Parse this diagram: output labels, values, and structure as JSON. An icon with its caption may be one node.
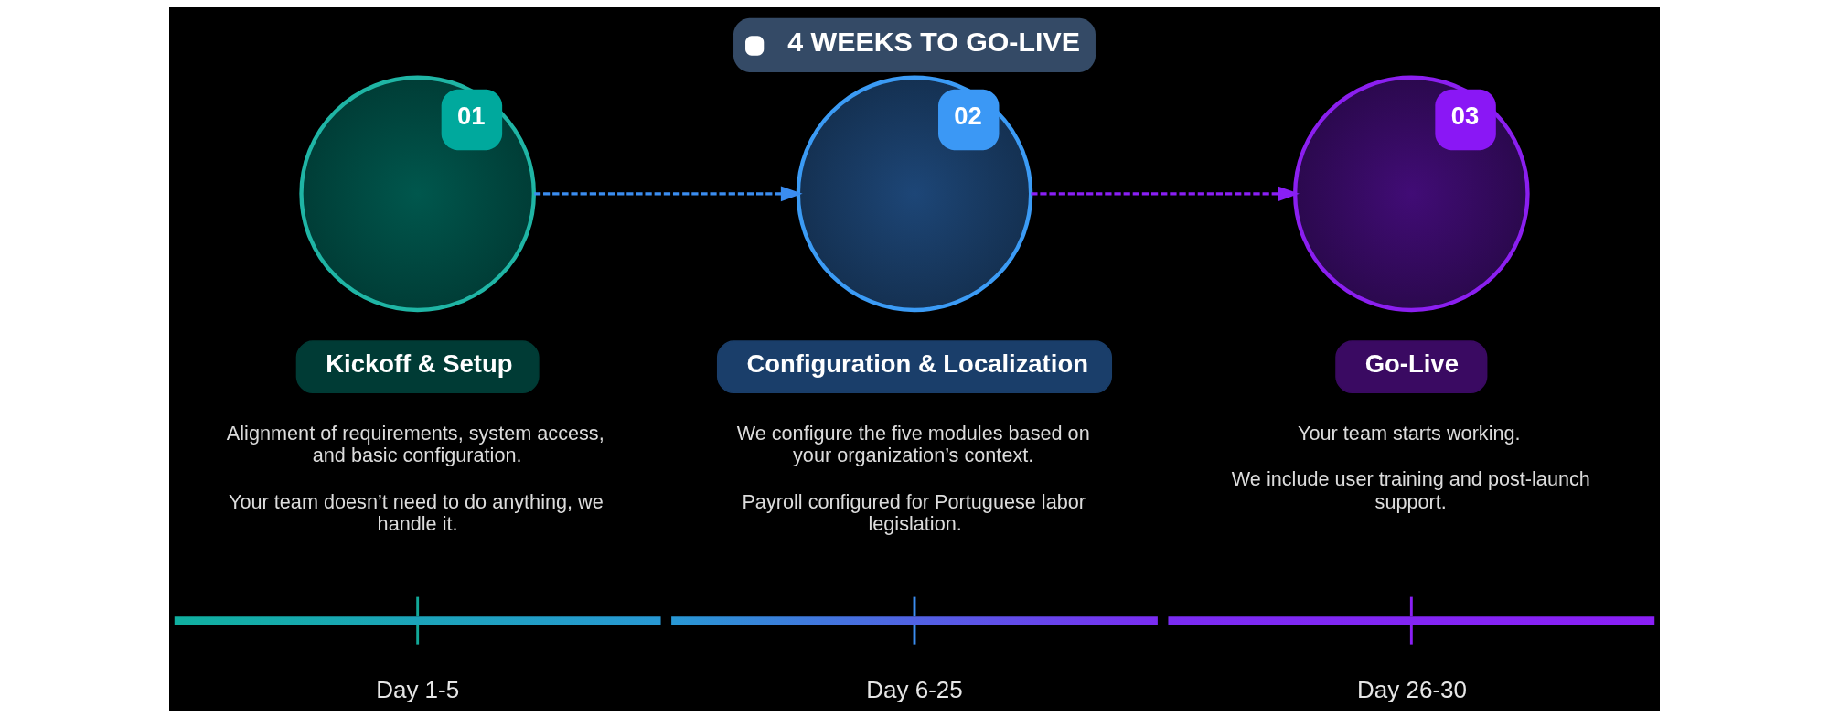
{
  "diagram": {
    "title": "4 WEEKS TO GO-LIVE",
    "nodes": [
      {
        "text": [
          "01"
        ]
      },
      {
        "text": [
          "02"
        ]
      },
      {
        "text": [
          "03"
        ]
      },
      {
        "text": [
          "Kickoff & Setup"
        ],
        "beside": [
          "Alignment of requirements, system access, and basic configuration.",
          "Your team doesn’t need to do anything, we handle it."
        ]
      },
      {
        "text": [
          "Configuration & Localization"
        ],
        "beside": [
          "We configure the five modules based on your organization’s context.",
          "Payroll configured for Portuguese labor legislation."
        ]
      },
      {
        "text": [
          "Go-Live"
        ],
        "beside": [
          "Your team starts working.",
          "We include user training and post-launch support."
        ]
      }
    ],
    "edges": [
      {
        "from": 0,
        "to": 1,
        "arrow": "to",
        "style": "dashed",
        "color": "#3b8df0"
      },
      {
        "from": 1,
        "to": 2,
        "arrow": "to",
        "style": "dashed",
        "color": "#8a1ff5"
      }
    ],
    "labels": [
      "Day 1-5",
      "Day 6-25",
      "Day 26-30"
    ]
  }
}
